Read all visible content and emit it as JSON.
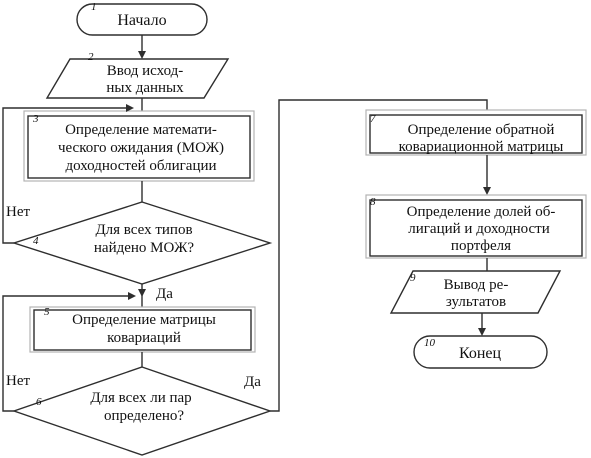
{
  "blocks": {
    "b1": {
      "num": "1",
      "lines": [
        "Начало"
      ]
    },
    "b2": {
      "num": "2",
      "lines": [
        "Ввод исход-",
        "ных данных"
      ]
    },
    "b3": {
      "num": "3",
      "lines": [
        "Определение математи-",
        "ческого ожидания (МОЖ)",
        "доходностей облигации"
      ]
    },
    "b4": {
      "num": "4",
      "lines": [
        "Для всех типов",
        "найдено МОЖ?"
      ]
    },
    "b5": {
      "num": "5",
      "lines": [
        "Определение матрицы",
        "ковариаций"
      ]
    },
    "b6": {
      "num": "6",
      "lines": [
        "Для всех ли пар",
        "определено?"
      ]
    },
    "b7": {
      "num": "7",
      "lines": [
        "Определение обратной",
        "ковариационной матрицы"
      ]
    },
    "b8": {
      "num": "8",
      "lines": [
        "Определение долей об-",
        "лигаций и доходности",
        "портфеля"
      ]
    },
    "b9": {
      "num": "9",
      "lines": [
        "Вывод ре-",
        "зультатов"
      ]
    },
    "b10": {
      "num": "10",
      "lines": [
        "Конец"
      ]
    }
  },
  "labels": {
    "no4": "Нет",
    "yes4": "Да",
    "no6": "Нет",
    "yes6": "Да"
  }
}
